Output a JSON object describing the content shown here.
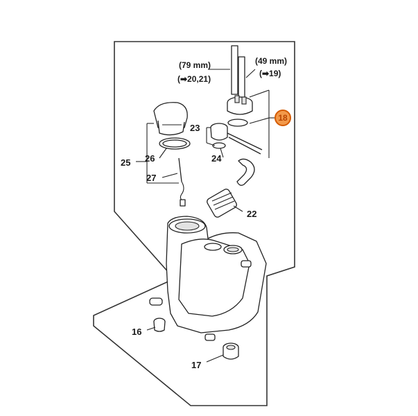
{
  "dimension_left": {
    "length": "(79 mm)",
    "ref": "(➡20,21)"
  },
  "dimension_right": {
    "length": "(49 mm)",
    "ref": "(➡19)"
  },
  "highlight": {
    "number": "18",
    "color": "#f2994a"
  },
  "parts": {
    "p16": "16",
    "p17": "17",
    "p22": "22",
    "p23": "23",
    "p24": "24",
    "p25": "25",
    "p26": "26",
    "p27": "27"
  }
}
